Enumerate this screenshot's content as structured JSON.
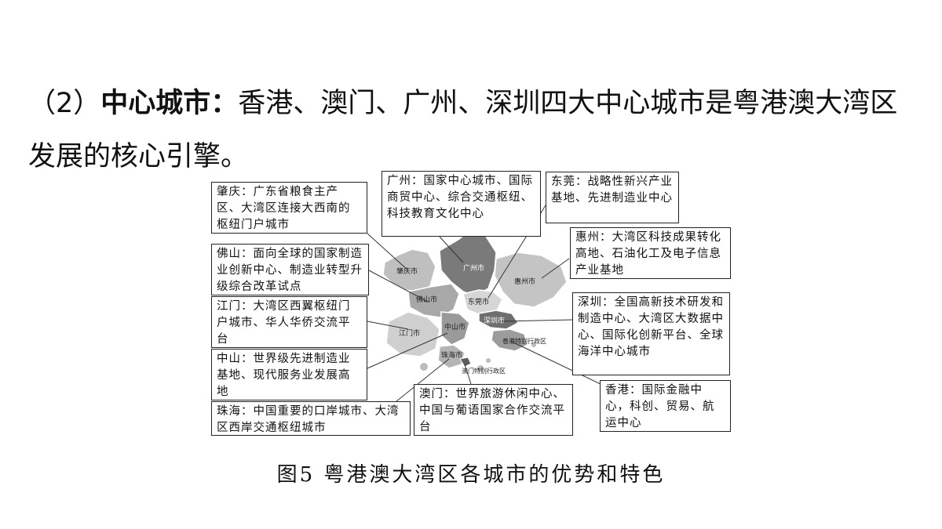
{
  "heading": {
    "number": "（2）",
    "term": "中心城市：",
    "text": "香港、澳门、广州、深圳四大中心城市是粤港澳大湾区发展的核心引擎。"
  },
  "figure": {
    "caption": "图5  粤港澳大湾区各城市的优势和特色",
    "map_labels": {
      "zhaoqing": "肇庆市",
      "guangzhou": "广州市",
      "foshan": "佛山市",
      "dongguan": "东莞市",
      "huizhou": "惠州市",
      "jiangmen": "江门市",
      "zhongshan": "中山市",
      "shenzhen": "深圳市",
      "zhuhai": "珠海市",
      "hongkong": "香港特别行政区",
      "macau": "澳门特别行政区"
    },
    "boxes": {
      "zhaoqing": "肇庆：广东省粮食主产区、大湾区连接大西南的枢纽门户城市",
      "guangzhou": "广州：国家中心城市、国际商贸中心、综合交通枢纽、科技教育文化中心",
      "dongguan": "东莞：战略性新兴产业基地、先进制造业中心",
      "huizhou": "惠州：大湾区科技成果转化高地、石油化工及电子信息产业基地",
      "foshan": "佛山：面向全球的国家制造业创新中心、制造业转型升级综合改革试点",
      "jiangmen": "江门：大湾区西翼枢纽门户城市、华人华侨交流平台",
      "shenzhen": "深圳：全国高新技术研发和制造中心、大湾区大数据中心、国际化创新平台、全球海洋中心城市",
      "zhongshan": "中山：世界级先进制造业基地、现代服务业发展高地",
      "hongkong": "香港：国际金融中心，科创、贸易、航运中心",
      "macau": "澳门：世界旅游休闲中心、中国与葡语国家合作交流平台",
      "zhuhai": "珠海：中国重要的口岸城市、大湾区西岸交通枢纽城市"
    }
  }
}
